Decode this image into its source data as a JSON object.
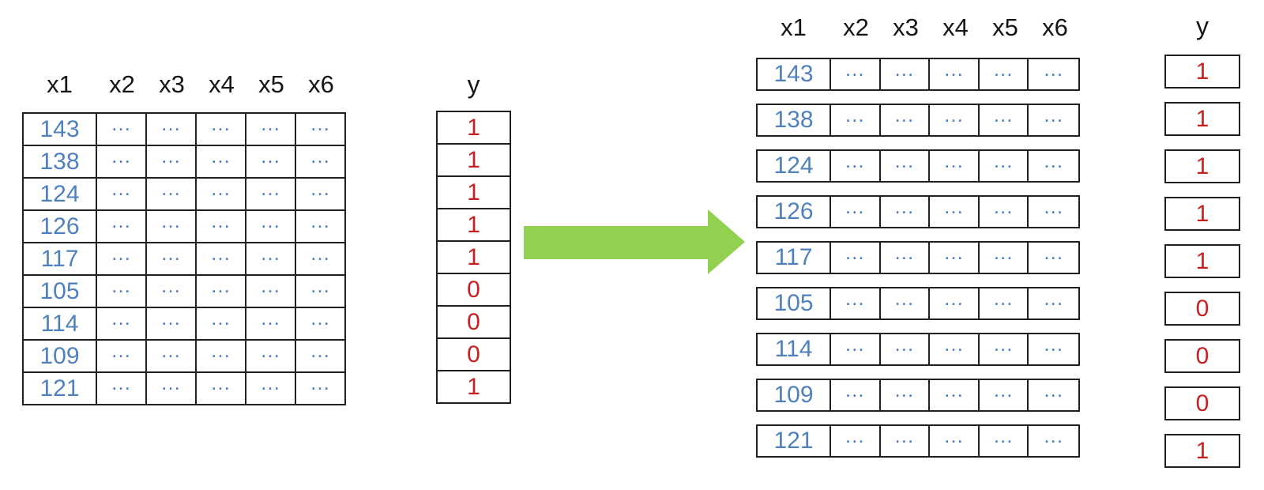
{
  "diagram": {
    "feature_headers": [
      "x1",
      "x2",
      "x3",
      "x4",
      "x5",
      "x6"
    ],
    "y_header": "y",
    "ellipsis": "…",
    "dot_columns": 5,
    "rows": [
      {
        "x1": "143",
        "y": "1"
      },
      {
        "x1": "138",
        "y": "1"
      },
      {
        "x1": "124",
        "y": "1"
      },
      {
        "x1": "126",
        "y": "1"
      },
      {
        "x1": "117",
        "y": "1"
      },
      {
        "x1": "105",
        "y": "0"
      },
      {
        "x1": "114",
        "y": "0"
      },
      {
        "x1": "109",
        "y": "0"
      },
      {
        "x1": "121",
        "y": "1"
      }
    ]
  },
  "icons": {
    "transform_arrow": "right-arrow"
  },
  "colors": {
    "x_value_blue": "#4f81bd",
    "y_value_red": "#c62120",
    "arrow_green": "#92d050",
    "border_dark": "#1f1f1f"
  }
}
